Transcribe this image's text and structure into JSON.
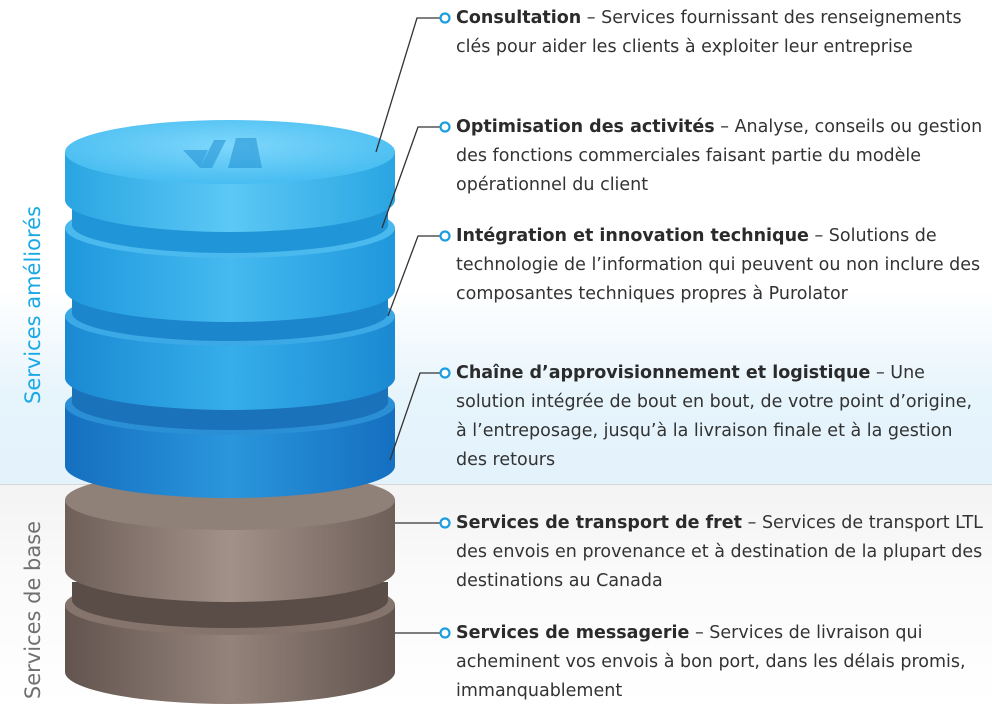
{
  "side_labels": {
    "enhanced": "Services améliorés",
    "base": "Services de base"
  },
  "colors": {
    "enhanced_accent": "#1aa9e6",
    "base_text": "#707070",
    "connector_blue": "#1a9ee0",
    "connector_dark": "#333333"
  },
  "stack": {
    "layers": [
      {
        "group": "enhanced",
        "color": "#35b6ef"
      },
      {
        "group": "enhanced",
        "color": "#2aa6e6"
      },
      {
        "group": "enhanced",
        "color": "#1d96dc"
      },
      {
        "group": "enhanced",
        "color": "#1579c6"
      },
      {
        "group": "base",
        "color": "#8a7970"
      },
      {
        "group": "base",
        "color": "#7a6a62"
      }
    ],
    "top_logo": "purolator-logo-mark"
  },
  "services": [
    {
      "title": "Consultation",
      "sep": " – ",
      "text": "Services fournissant des renseignements clés pour aider les clients à exploiter leur entreprise"
    },
    {
      "title": "Optimisation des activités",
      "sep": " – ",
      "text": "Analyse, conseils ou gestion des fonctions commerciales faisant partie du modèle opérationnel du client"
    },
    {
      "title": "Intégration et innovation technique",
      "sep": " – ",
      "text": "Solutions de technologie de l’information qui peuvent ou non inclure des composantes techniques propres à Purolator"
    },
    {
      "title": "Chaîne d’approvisionnement et logistique",
      "sep": " – ",
      "text": "Une solution intégrée de bout en bout, de votre point d’origine, à l’entreposage, jusqu’à la livraison finale et à la gestion des retours"
    },
    {
      "title": "Services de transport de fret",
      "sep": " – ",
      "text": "Services de transport LTL des envois en provenance et à destination de la plupart des destinations au Canada"
    },
    {
      "title": "Services de messagerie",
      "sep": " – ",
      "text": "Services de livraison qui acheminent vos envois à bon port, dans les délais promis, immanquablement"
    }
  ]
}
